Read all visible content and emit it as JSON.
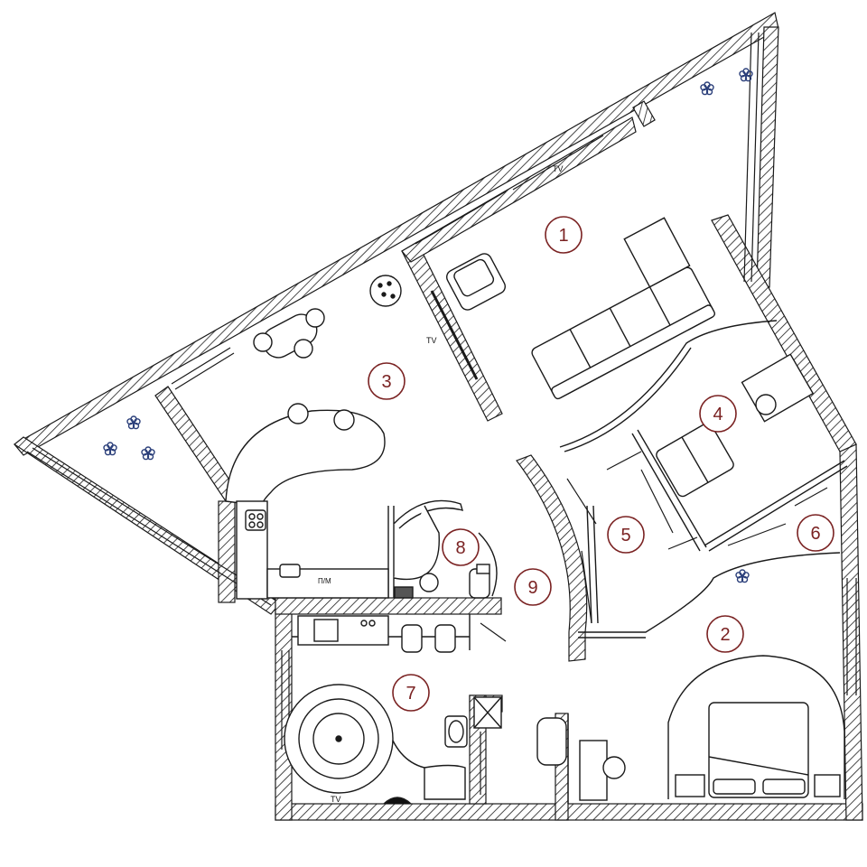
{
  "plan": {
    "colors": {
      "marker": "#7a2222",
      "line": "#1a1a1a",
      "plant": "#2b3f7a"
    },
    "room_markers": [
      {
        "id": "room-1",
        "label": "1"
      },
      {
        "id": "room-2",
        "label": "2"
      },
      {
        "id": "room-3",
        "label": "3"
      },
      {
        "id": "room-4",
        "label": "4"
      },
      {
        "id": "room-5",
        "label": "5"
      },
      {
        "id": "room-6",
        "label": "6"
      },
      {
        "id": "room-7",
        "label": "7"
      },
      {
        "id": "room-8",
        "label": "8"
      },
      {
        "id": "room-9",
        "label": "9"
      }
    ],
    "tv_labels": [
      {
        "id": "tv-living",
        "text": "TV"
      },
      {
        "id": "tv-kitchen",
        "text": "TV"
      },
      {
        "id": "tv-bath",
        "text": "TV"
      }
    ],
    "appliance_label": "П/М"
  }
}
